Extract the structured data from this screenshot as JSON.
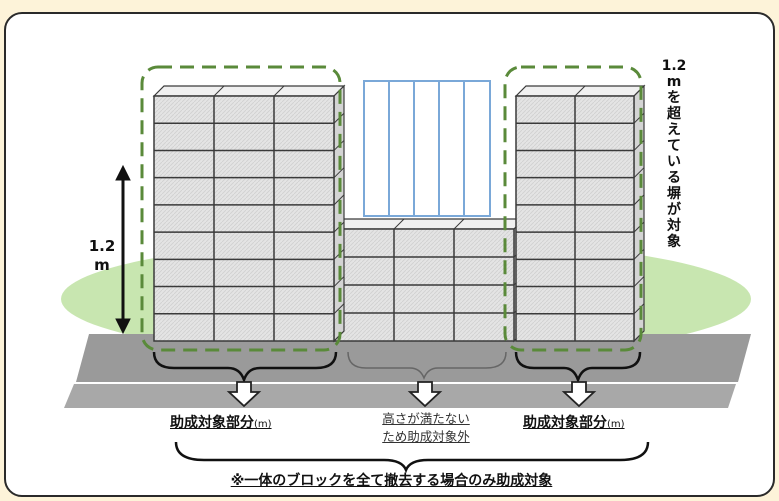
{
  "diagram": {
    "height_label": [
      "1.2",
      "m"
    ],
    "right_note": "1.2mを超えている塀が対象",
    "label_left": "助成対象部分",
    "label_left_unit": "(m)",
    "label_middle_line1": "高さが満たない",
    "label_middle_line2": "ため助成対象外",
    "label_right": "助成対象部分",
    "label_right_unit": "(m)",
    "bottom_note": "※一体のブロックを全て撤去する場合のみ助成対象"
  },
  "colors": {
    "page_background": "#fdf3d9",
    "block_fill": "#e2e2e2",
    "block_top": "#f0f0f0",
    "block_side": "#d4d4d4",
    "mortar": "#3a3a3a",
    "ground_green": "#c8e6b0",
    "road_gray": "#9a9a9a",
    "dash_green": "#5a8a3a",
    "fence_blue": "#7aa8d8"
  }
}
